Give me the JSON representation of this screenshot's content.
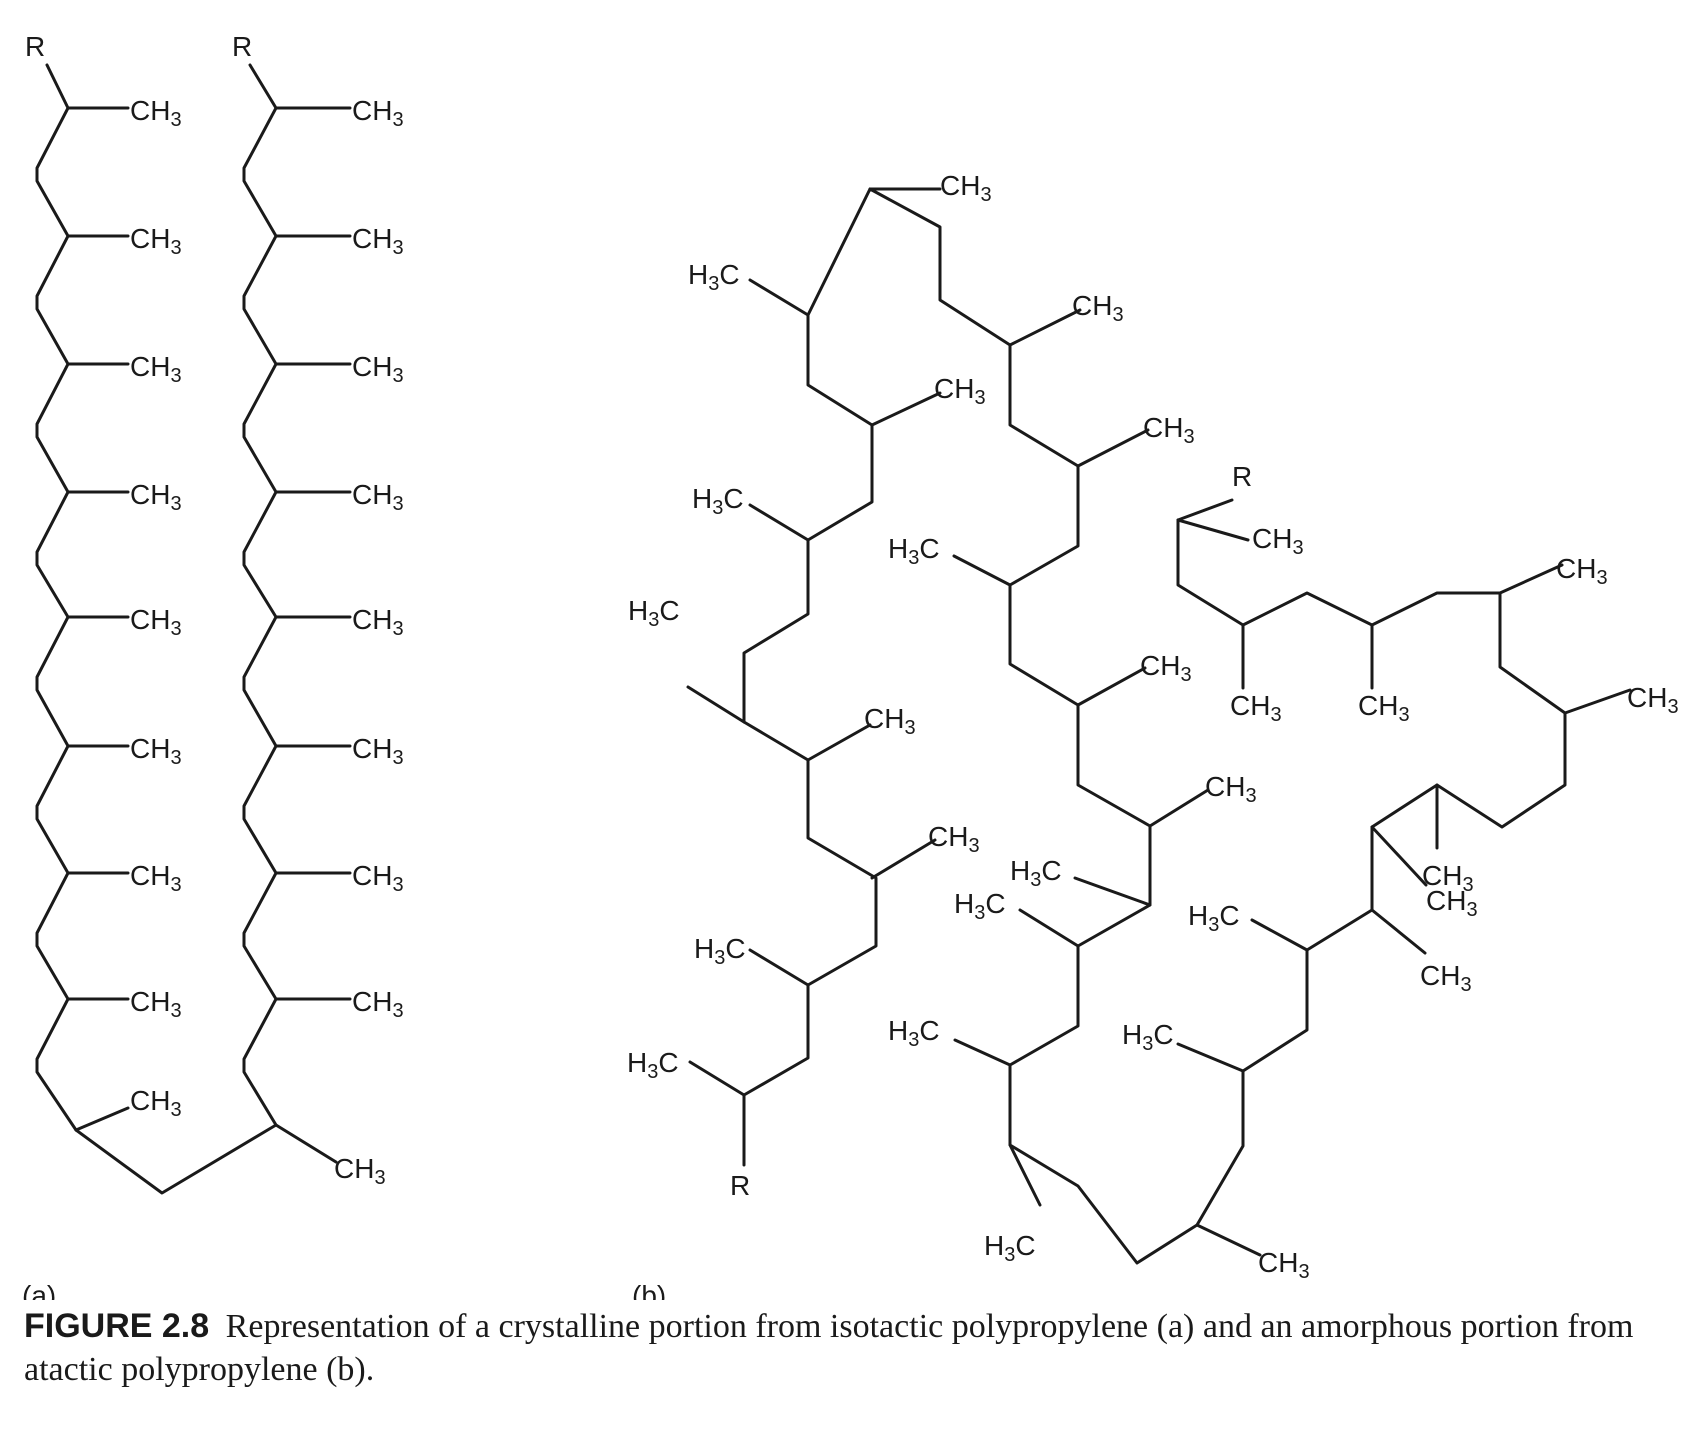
{
  "labels": {
    "ch3": "CH3",
    "h3c": "H3C",
    "r": "R",
    "h": "H",
    "c": "C",
    "sub": "3"
  },
  "panels": {
    "a": "(a)",
    "b": "(b)"
  },
  "caption": {
    "number": "FIGURE 2.8",
    "text": "Representation of a crystalline portion from isotactic polypropylene (a) and an amorphous portion from atactic polypropylene (b)."
  }
}
